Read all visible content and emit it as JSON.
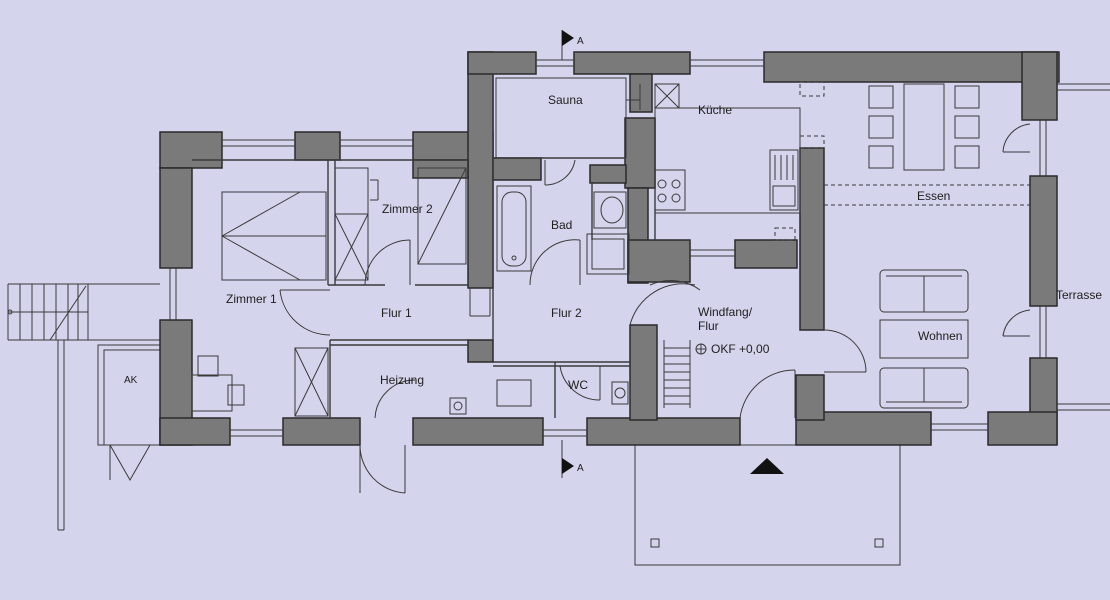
{
  "rooms": {
    "sauna": "Sauna",
    "kueche": "Küche",
    "essen": "Essen",
    "terrasse": "Terrasse",
    "zimmer1": "Zimmer 1",
    "zimmer2": "Zimmer 2",
    "bad": "Bad",
    "flur1": "Flur 1",
    "flur2": "Flur 2",
    "windfang_line1": "Windfang/",
    "windfang_line2": "Flur",
    "okf": "OKF +0,00",
    "wohnen": "Wohnen",
    "heizung": "Heizung",
    "wc": "WC",
    "ak": "AK"
  },
  "section_markers": {
    "top": "A",
    "bottom": "A"
  },
  "colors": {
    "background": "#d4d4ec",
    "wall": "#7a7a7a",
    "line": "#3a3a3a"
  },
  "icons": {
    "entrance": "entrance-triangle-icon",
    "section": "section-flag-icon",
    "level": "level-marker-icon"
  }
}
